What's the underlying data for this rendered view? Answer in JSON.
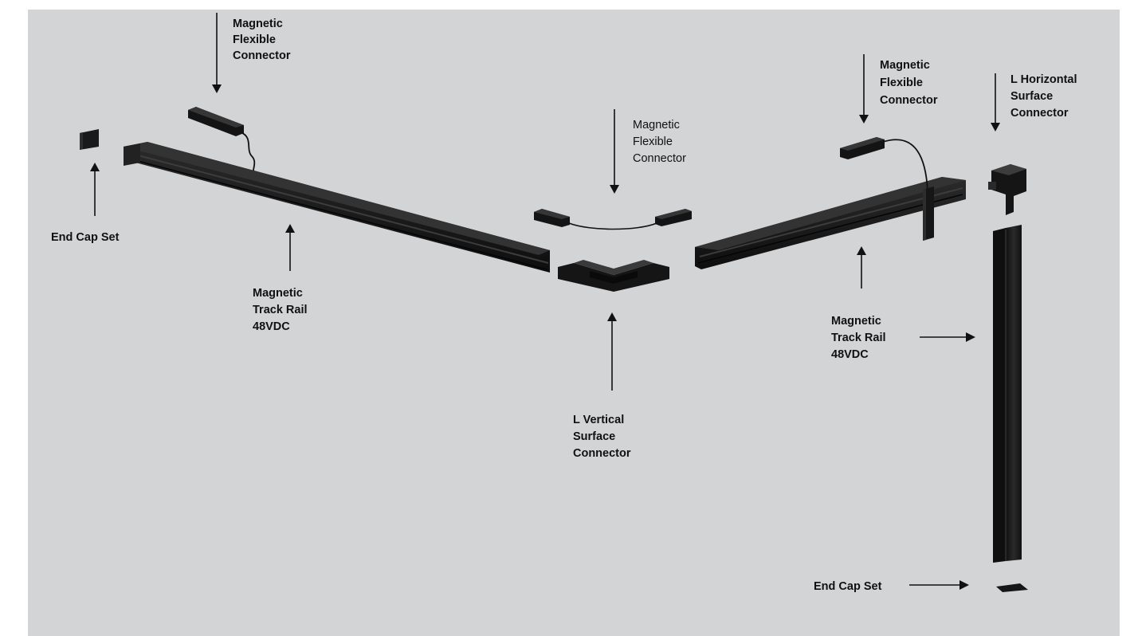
{
  "colors": {
    "background": "#d3d4d6",
    "outer": "#ffffff",
    "part": "#151515",
    "part_highlight": "#3a3a3a",
    "text": "#111111"
  },
  "labels": {
    "flex_left": [
      "Magnetic",
      "Flexible",
      "Connector"
    ],
    "flex_center": [
      "Magnetic",
      "Flexible",
      "Connector"
    ],
    "flex_right": [
      "Magnetic",
      "Flexible",
      "Connector"
    ],
    "l_horizontal": [
      "L Horizontal",
      "Surface",
      "Connector"
    ],
    "end_cap_left": "End Cap Set",
    "rail_left": [
      "Magnetic",
      "Track Rail",
      "48VDC"
    ],
    "l_vertical": [
      "L Vertical",
      "Surface",
      "Connector"
    ],
    "rail_right": [
      "Magnetic",
      "Track Rail",
      "48VDC"
    ],
    "end_cap_bottom": "End Cap Set"
  }
}
